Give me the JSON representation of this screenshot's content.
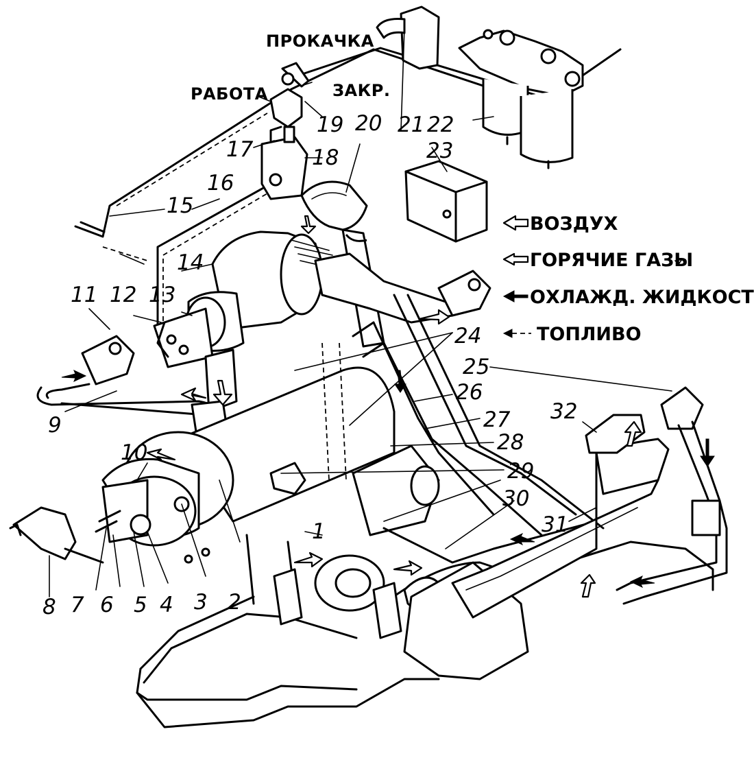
{
  "valve_labels": {
    "pumping": "ПРОКАЧКА",
    "work": "РАБОТА",
    "closed": "ЗАКР."
  },
  "legend": {
    "air": "ВОЗДУХ",
    "hot_gases": "ГОРЯЧИЕ ГАЗЫ",
    "coolant": "ОХЛАЖД. ЖИДКОСТЬ",
    "fuel": "ТОПЛИВО"
  },
  "callouts": [
    "1",
    "2",
    "3",
    "4",
    "5",
    "6",
    "7",
    "8",
    "9",
    "10",
    "11",
    "12",
    "13",
    "14",
    "15",
    "16",
    "17",
    "18",
    "19",
    "20",
    "21",
    "22",
    "23",
    "24",
    "25",
    "26",
    "27",
    "28",
    "29",
    "30",
    "31",
    "32"
  ],
  "colors": {
    "ink": "#000000",
    "paper": "#ffffff"
  }
}
